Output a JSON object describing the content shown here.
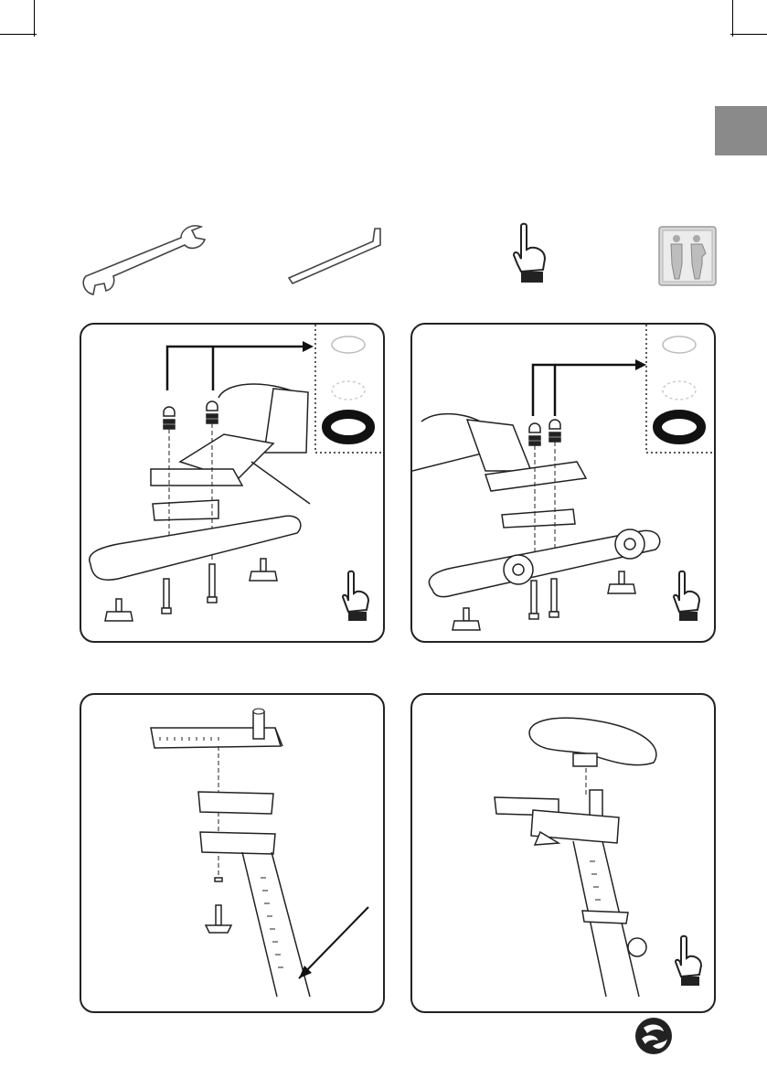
{
  "page": {
    "tab_color": "#8a8a8a",
    "tools": [
      "open-end-wrench-icon",
      "allen-key-icon",
      "hand-tighten-icon",
      "two-person-assembly-icon"
    ],
    "panels": [
      {
        "id": "step-1",
        "content": "base-stabilizer-front-assembly",
        "washer_callout": true
      },
      {
        "id": "step-2",
        "content": "base-stabilizer-rear-assembly-with-wheels",
        "washer_callout": true
      },
      {
        "id": "step-3",
        "content": "seat-slider-and-clamp-assembly"
      },
      {
        "id": "step-4",
        "content": "saddle-mounting"
      }
    ],
    "brand_logo": "brand-logo-icon"
  }
}
